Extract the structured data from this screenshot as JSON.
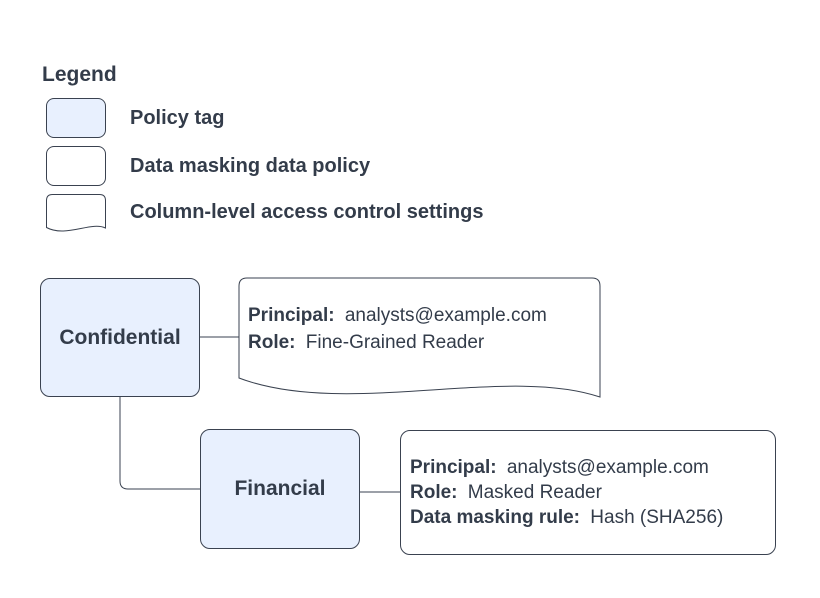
{
  "colors": {
    "policy_tag_fill": "#e8f0fe",
    "shape_stroke": "#3a4250",
    "text": "#333c4a",
    "background": "#ffffff"
  },
  "legend": {
    "title": "Legend",
    "items": [
      {
        "shape": "policy-tag-swatch",
        "label": "Policy tag"
      },
      {
        "shape": "data-policy-swatch",
        "label": "Data masking data policy"
      },
      {
        "shape": "document-swatch",
        "label": "Column-level access control settings"
      }
    ]
  },
  "diagram": {
    "nodes": [
      {
        "label": "Confidential",
        "type": "policy-tag"
      },
      {
        "label": "Financial",
        "type": "policy-tag"
      }
    ],
    "access_card": {
      "type": "column-level-access-control-settings",
      "lines": [
        {
          "label": "Principal:",
          "value": "analysts@example.com"
        },
        {
          "label": "Role:",
          "value": "Fine-Grained Reader"
        }
      ]
    },
    "masking_card": {
      "type": "data-masking-data-policy",
      "lines": [
        {
          "label": "Principal:",
          "value": "analysts@example.com"
        },
        {
          "label": "Role:",
          "value": "Masked Reader"
        },
        {
          "label": "Data masking rule:",
          "value": "Hash (SHA256)"
        }
      ]
    }
  }
}
